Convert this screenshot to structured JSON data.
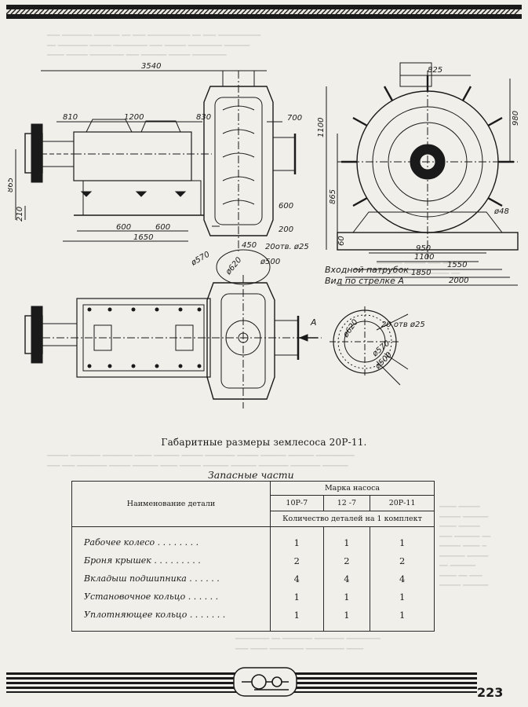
{
  "drawing": {
    "dims": {
      "d3540": "3540",
      "d810": "810",
      "d1200": "1200",
      "d830": "830",
      "d700": "700",
      "d865a": "865",
      "d210": "210",
      "d600a": "600",
      "d600b": "600",
      "d1650": "1650",
      "d600c": "600",
      "d200": "200",
      "d450": "450",
      "d20x25a": "20отв. ø25",
      "d570a": "ø570",
      "d620a": "ø620",
      "d500a": "ø500",
      "d825": "825",
      "d980": "980",
      "d1100v": "1100",
      "d865b": "865",
      "d48": "ø48",
      "d60": "60",
      "d950": "950",
      "d1100h": "1100",
      "d1550": "1550",
      "d1850": "1850",
      "d2000": "2000",
      "arrowA": "A",
      "d20x25b": "20 отв ø25",
      "d620b": "ø620",
      "d570b": "ø570",
      "d500b": "ø500"
    },
    "inlet_title_1": "Входной патрубок",
    "inlet_title_2": "Вид по стрелке А"
  },
  "caption": "Габаритные размеры землесоса 20Р-11.",
  "table": {
    "title": "Запасные части",
    "col_name": "Наименование детали",
    "col_group": "Марка насоса",
    "models": [
      "10Р-7",
      "12 -7",
      "20Р-11"
    ],
    "qty_header": "Количество деталей на 1 комплект",
    "rows": [
      {
        "name": "Рабочее колесо",
        "dots": ". . . . . . . .",
        "v": [
          "1",
          "1",
          "1"
        ]
      },
      {
        "name": "Броня крышек",
        "dots": ". . . . . . . . .",
        "v": [
          "2",
          "2",
          "2"
        ]
      },
      {
        "name": "Вкладыш подшипника",
        "dots": ". . . . . .",
        "v": [
          "4",
          "4",
          "4"
        ]
      },
      {
        "name": "Установочное кольцо",
        "dots": ". . . . . .",
        "v": [
          "1",
          "1",
          "1"
        ]
      },
      {
        "name": "Уплотняющее кольцо",
        "dots": ". . . . . . .",
        "v": [
          "1",
          "1",
          "1"
        ]
      }
    ]
  },
  "page_number": "223"
}
